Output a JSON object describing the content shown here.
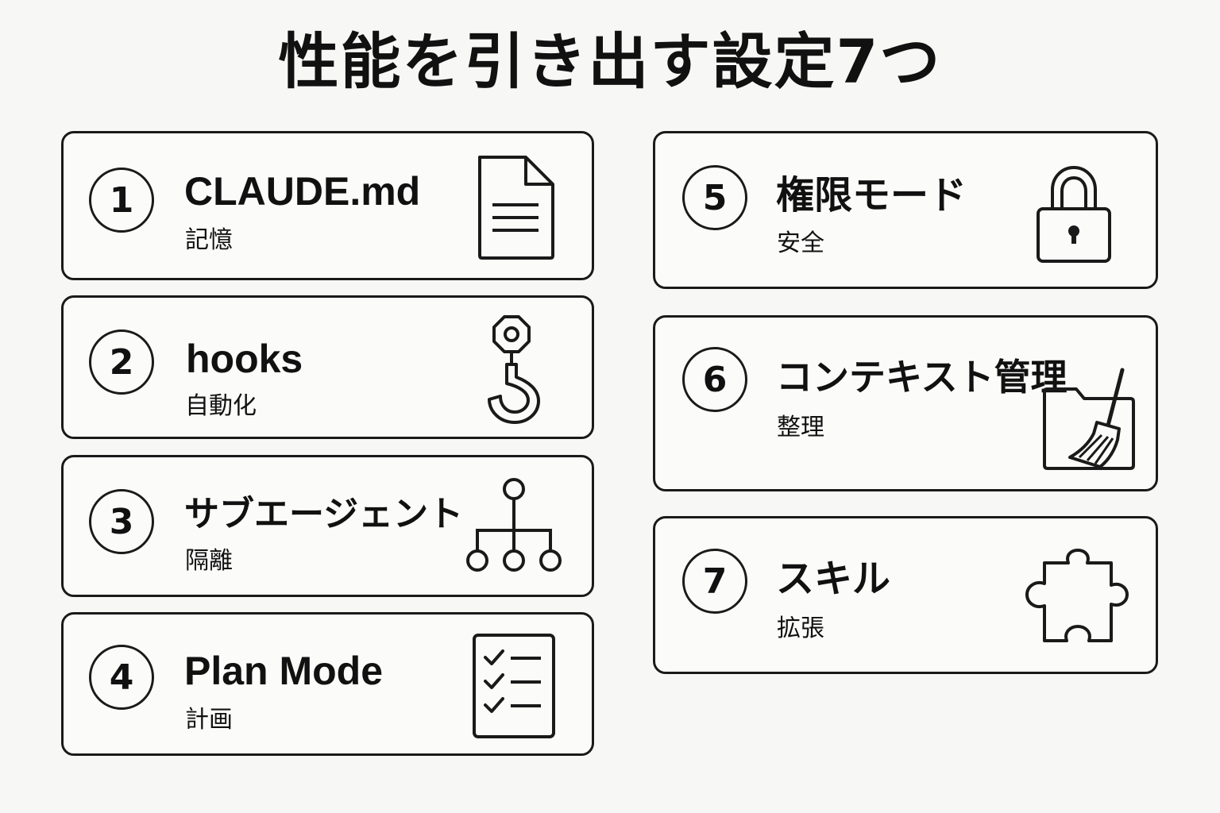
{
  "title": "性能を引き出す設定7つ",
  "items": [
    {
      "number": "1",
      "title": "CLAUDE.md",
      "subtitle": "記憶",
      "icon": "document-icon"
    },
    {
      "number": "2",
      "title": "hooks",
      "subtitle": "自動化",
      "icon": "hook-icon"
    },
    {
      "number": "3",
      "title": "サブエージェント",
      "subtitle": "隔離",
      "icon": "hierarchy-icon"
    },
    {
      "number": "4",
      "title": "Plan Mode",
      "subtitle": "計画",
      "icon": "checklist-icon"
    },
    {
      "number": "5",
      "title": "権限モード",
      "subtitle": "安全",
      "icon": "lock-icon"
    },
    {
      "number": "6",
      "title": "コンテキスト管理",
      "subtitle": "整理",
      "icon": "folder-broom-icon"
    },
    {
      "number": "7",
      "title": "スキル",
      "subtitle": "拡張",
      "icon": "puzzle-icon"
    }
  ],
  "colors": {
    "background": "#f7f7f5",
    "stroke": "#1a1a1a",
    "text": "#111111"
  }
}
